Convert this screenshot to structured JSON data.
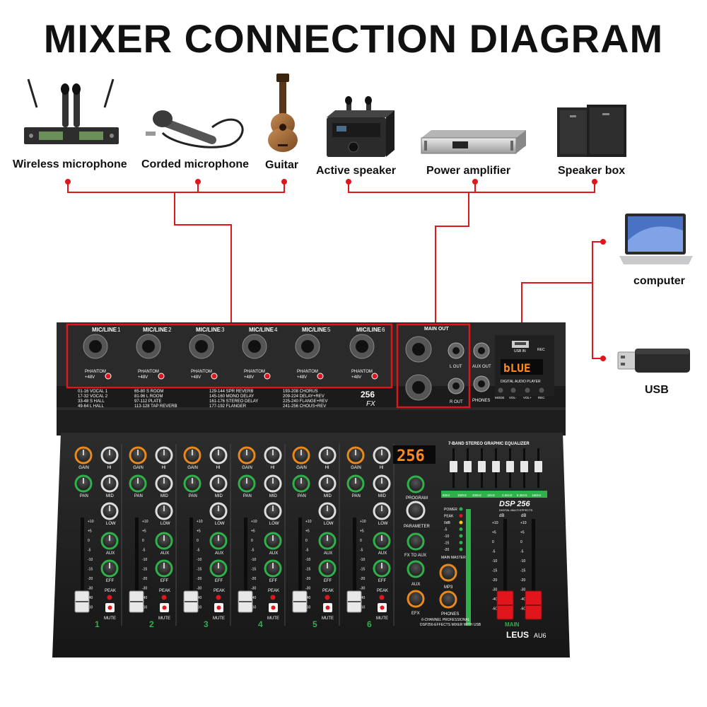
{
  "title": "MIXER CONNECTION DIAGRAM",
  "accent_color": "#e0161c",
  "inputs": [
    {
      "label": "Wireless microphone",
      "icon": "wireless-microphone-icon"
    },
    {
      "label": "Corded microphone",
      "icon": "corded-microphone-icon"
    },
    {
      "label": "Guitar",
      "icon": "guitar-icon"
    }
  ],
  "outputs": [
    {
      "label": "Active speaker",
      "icon": "active-speaker-icon"
    },
    {
      "label": "Power amplifier",
      "icon": "power-amplifier-icon"
    },
    {
      "label": "Speaker box",
      "icon": "speaker-box-icon"
    }
  ],
  "usb_devices": [
    {
      "label": "computer",
      "icon": "laptop-icon"
    },
    {
      "label": "USB",
      "icon": "usb-drive-icon"
    }
  ],
  "mixer": {
    "brand": "LEUS",
    "model": "AU6",
    "channel_input_label": "MIC/LINE",
    "channel_numbers": [
      "1",
      "2",
      "3",
      "4",
      "5",
      "6"
    ],
    "phantom_label": "PHANTOM",
    "phantom_voltage": "+48V",
    "main_out_label": "MAIN OUT",
    "l_out_label": "L OUT",
    "r_out_label": "R OUT",
    "aux_out_label": "AUX OUT",
    "phones_label": "PHONES",
    "usb_in_label": "USB IN",
    "rec_label": "REC",
    "player_display": "bLUE",
    "player_label": "DIGITAL AUDIO PLAYER",
    "player_buttons": [
      "MODE",
      "VOL-",
      "VOL+",
      "REC"
    ],
    "effects_display": "256",
    "effects_badge": "256",
    "effects_badge_sub": "FX",
    "effects_presets": [
      [
        "01-16  VOCAL 1",
        "17-32  VOCAL 2",
        "33-48  S HALL",
        "49-64  L HALL"
      ],
      [
        "65-80  S ROOM",
        "81-96  L ROOM",
        "97-112  PLATE",
        "113-128  TAP REVERB"
      ],
      [
        "129-144  SPR REVERB",
        "145-160  MONO DELAY",
        "161-176  STEREO DELAY",
        "177-192  FLANGER"
      ],
      [
        "193-208  CHORUS",
        "209-224  DELAY+REV",
        "225-240  FLANGE+REV",
        "241-256  CHOUS+REV"
      ]
    ],
    "knob_labels": {
      "gain": "GAIN",
      "hi": "HI",
      "pan": "PAN",
      "mid": "MID",
      "low": "LOW",
      "aux": "AUX",
      "eff": "EFF",
      "peak": "PEAK",
      "mute": "MUTE"
    },
    "eq_title": "7-BAND STEREO GRAPHIC EQUALIZER",
    "eq_bands": [
      "60Hz",
      "150Hz",
      "400Hz",
      "1KHz",
      "2.5KHz",
      "6.3KHz",
      "16KHz"
    ],
    "dsp_badge": "DSP 256",
    "dsp_sub": "DIGITAL MULTI EFFECTS",
    "effects_knobs": [
      "PROGRAM",
      "PARAMETER",
      "FX TO AUX",
      "AUX",
      "EFX"
    ],
    "master_knobs": [
      "MP3",
      "PHONES"
    ],
    "meter_labels": [
      "POWER",
      "PEAK",
      "0dB",
      "-5",
      "-10",
      "-15",
      "-20"
    ],
    "main_master_label": "MAIN MASTER",
    "fader_scale": [
      "+10",
      "+5",
      "0",
      "-5",
      "-10",
      "-15",
      "-20",
      "-30",
      "-40",
      "-60"
    ],
    "db_label": "dB",
    "main_label": "MAIN",
    "footer_text": "6-CHANNEL PROFESSIONAL",
    "footer_text2": "DSP256-EFFECTS MIXER WITH USB"
  }
}
